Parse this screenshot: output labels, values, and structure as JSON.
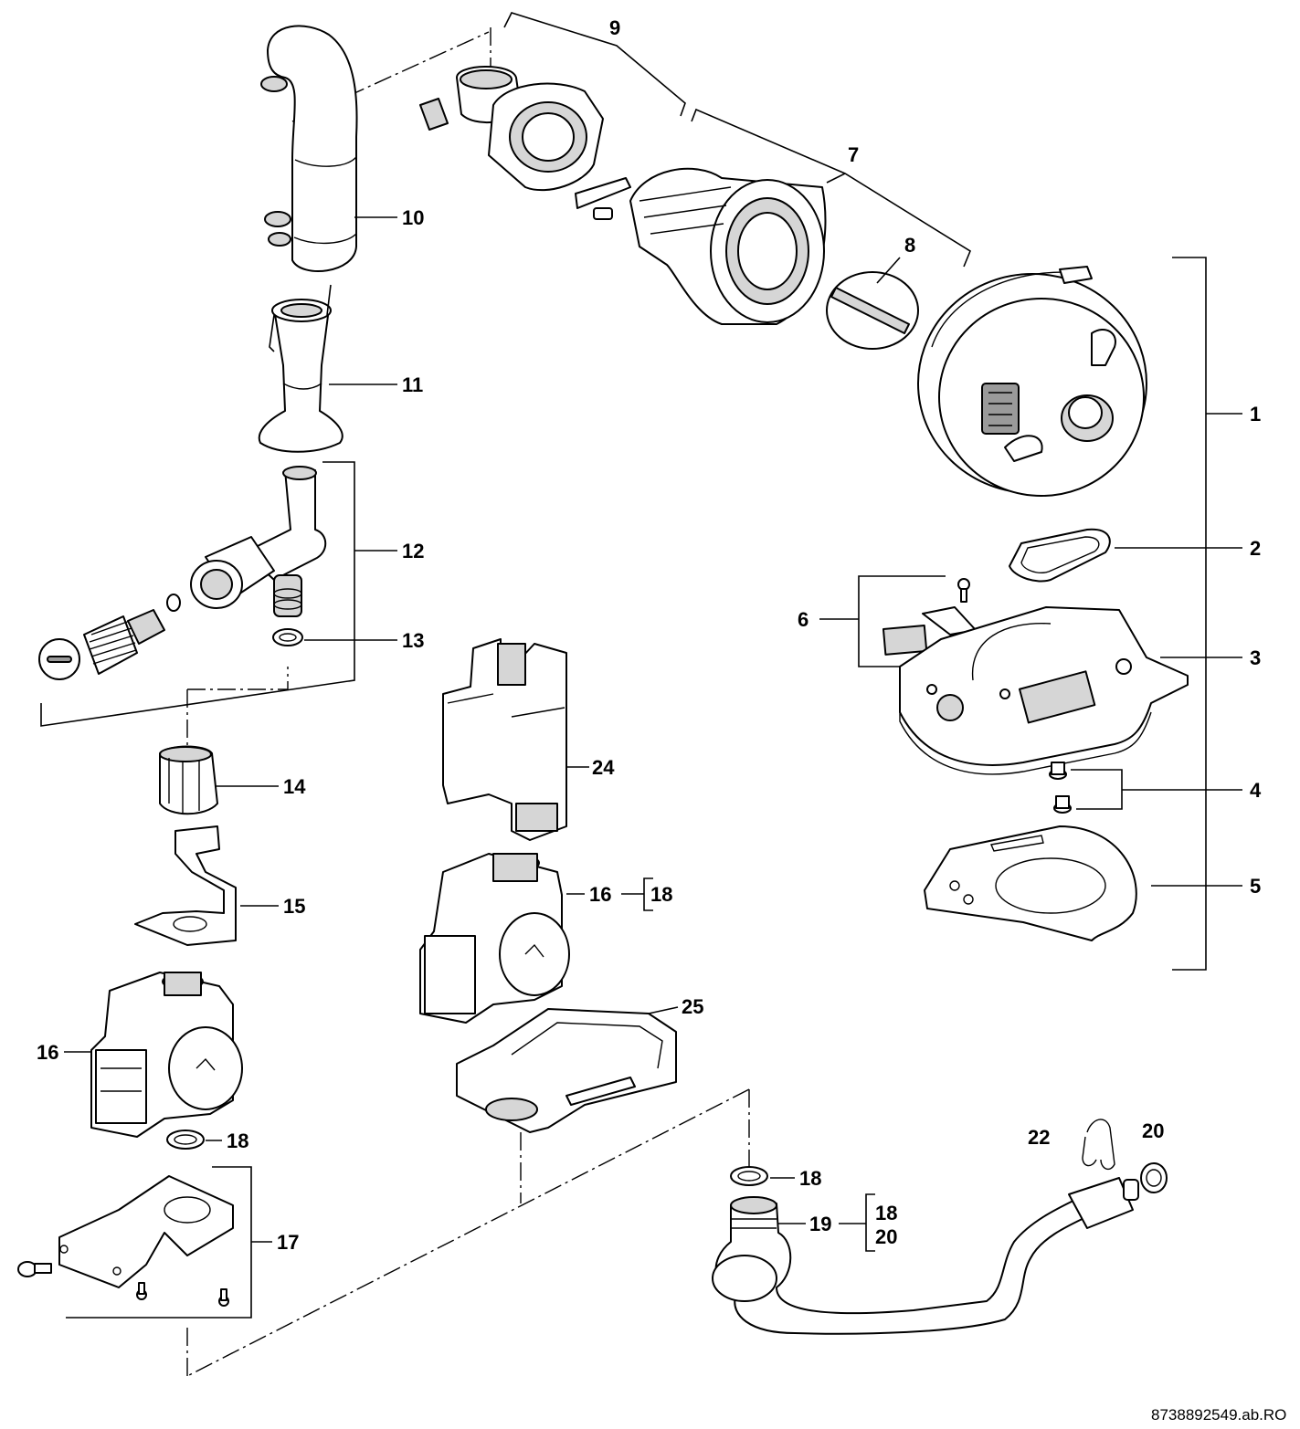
{
  "labels": {
    "l1": "1",
    "l2": "2",
    "l3": "3",
    "l4": "4",
    "l5": "5",
    "l6": "6",
    "l7": "7",
    "l8": "8",
    "l9": "9",
    "l10": "10",
    "l11": "11",
    "l12": "12",
    "l13": "13",
    "l14": "14",
    "l15": "15",
    "l16a": "16",
    "l16b": "16",
    "l17": "17",
    "l18a": "18",
    "l18b": "18",
    "l18c": "18",
    "l18d": "18",
    "l19": "19",
    "l20a": "20",
    "l20b": "20",
    "l22": "22",
    "l24": "24",
    "l25": "25"
  },
  "document_code": "8738892549.ab.RO"
}
